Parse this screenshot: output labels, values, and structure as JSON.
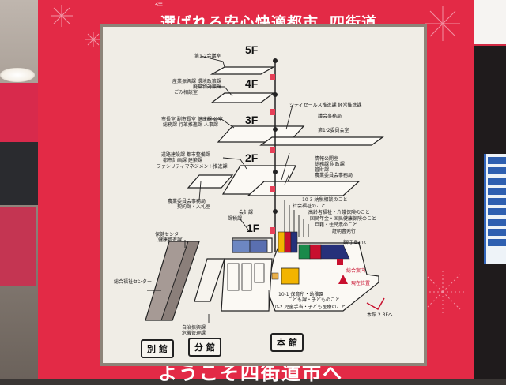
{
  "header": {
    "title": "選ばれる安心快適都市",
    "city": "四街道",
    "top_text": "行"
  },
  "footer": {
    "welcome": "ようこそ四街道市へ"
  },
  "floors": {
    "f5": "5F",
    "f4": "4F",
    "f3": "3F",
    "f2": "2F",
    "f1": "1F"
  },
  "labels": {
    "f5_room": "第1.2会議室",
    "f4_line1": "産業振興課 環境政策課",
    "f4_line2": "廃棄物対策課",
    "f4_line3": "ごみ相談室",
    "f3_line1": "市長室 副市長室 健康課 公室",
    "f3_line2": "総務課 行革推進課 人事課",
    "f3_right1": "シティセールス推進課 経営推進課",
    "f3_right2": "議会事務局",
    "f3_right3": "第1·2委員会室",
    "f2_left1": "道路建設課 都市整備課",
    "f2_left2": "都市計画課 建築課",
    "f2_left3": "ファシリティマネジメント推進課",
    "f2_right1": "情報公開室",
    "f2_right2": "総務課 財政課",
    "f2_right3": "管財課",
    "f2_right4": "農業委員会事務局",
    "left_mid1": "農業委員会事務局",
    "left_mid2": "契約課・入札室",
    "f1_left1": "会計課",
    "f1_left2": "課税課",
    "f1_list1": "10-3 納税相談のこと",
    "f1_list2": "社会福祉のこと",
    "f1_list3": "高齢者福祉・介護保険のこと",
    "f1_list4": "国民年金・国民健康保険のこと",
    "f1_list5": "戸籍・住民票のこと",
    "f1_list6": "証明書発行",
    "f1_bank": "銀行 Bank",
    "health1": "保健センター",
    "health2": "（健康増進課）",
    "welfare": "総合福祉センター",
    "annex_rooms1": "自治振興課",
    "annex_rooms2": "危機管理課",
    "guide": "総合案内",
    "here": "現在位置",
    "counter1": "10-1 保育所・幼稚園",
    "counter1b": "こども課・子どものこと",
    "counter2": "10-2 児童手当・子ども医療のこと",
    "elevator": "本館 2.3Fへ"
  },
  "buildings": {
    "annex1": "別 館",
    "annex2": "分 館",
    "main": "本 館"
  },
  "colors": {
    "board_red": "#e32a46",
    "highlight_yellow": "#f2b400",
    "highlight_navy": "#26307a",
    "highlight_green": "#1a8a4a",
    "highlight_red": "#c8102e",
    "highlight_blue": "#5577bb"
  }
}
